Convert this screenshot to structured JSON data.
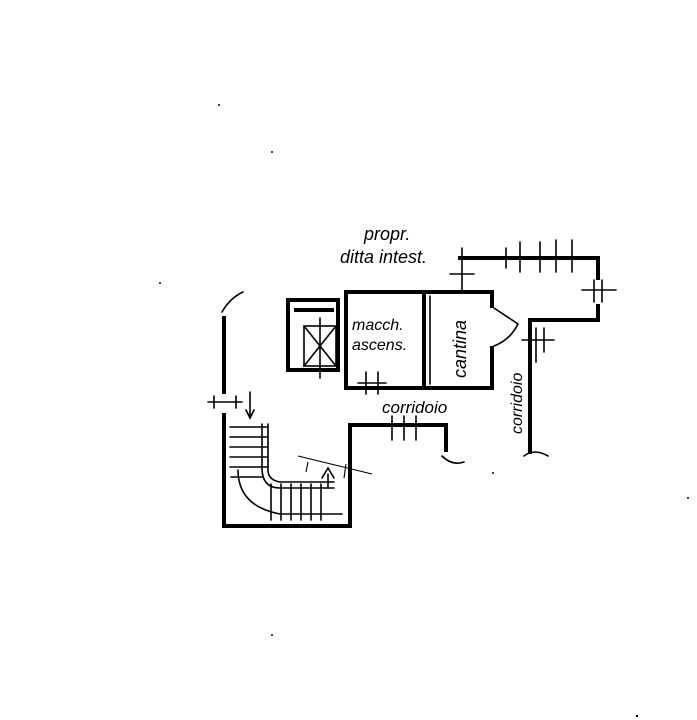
{
  "plan": {
    "labels": {
      "owner_line1": "propr.",
      "owner_line2": "ditta intest.",
      "machine_room_line1": "macch.",
      "machine_room_line2": "ascens.",
      "cellar": "cantina",
      "corridor_main": "corridoio",
      "corridor_side": "corridoio"
    }
  }
}
